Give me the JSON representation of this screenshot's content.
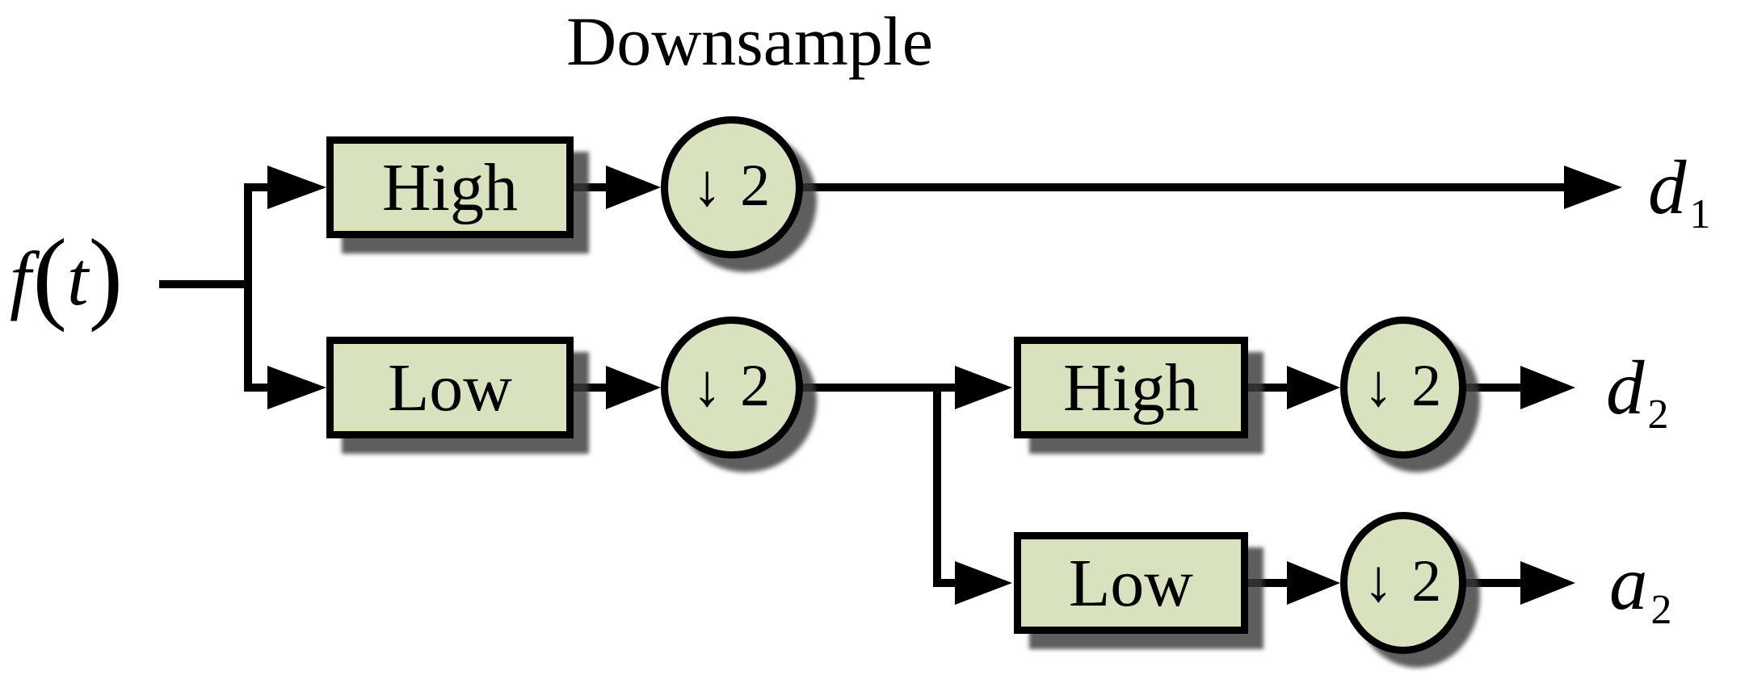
{
  "title": "Downsample",
  "input": {
    "func": "f",
    "open": "(",
    "arg": "t",
    "close": ")"
  },
  "level1": {
    "high_label": "High",
    "low_label": "Low",
    "downsample_high": "↓ 2",
    "downsample_low": "↓ 2"
  },
  "level2": {
    "high_label": "High",
    "low_label": "Low",
    "downsample_high": "↓ 2",
    "downsample_low": "↓ 2"
  },
  "outputs": {
    "d1": {
      "base": "d",
      "sub": "1"
    },
    "d2": {
      "base": "d",
      "sub": "2"
    },
    "a2": {
      "base": "a",
      "sub": "2"
    }
  },
  "colors": {
    "node_fill": "#d9e2bf",
    "node_border": "#000000",
    "connector": "#000000",
    "shadow": "#4c4c4c",
    "background": "#ffffff"
  }
}
